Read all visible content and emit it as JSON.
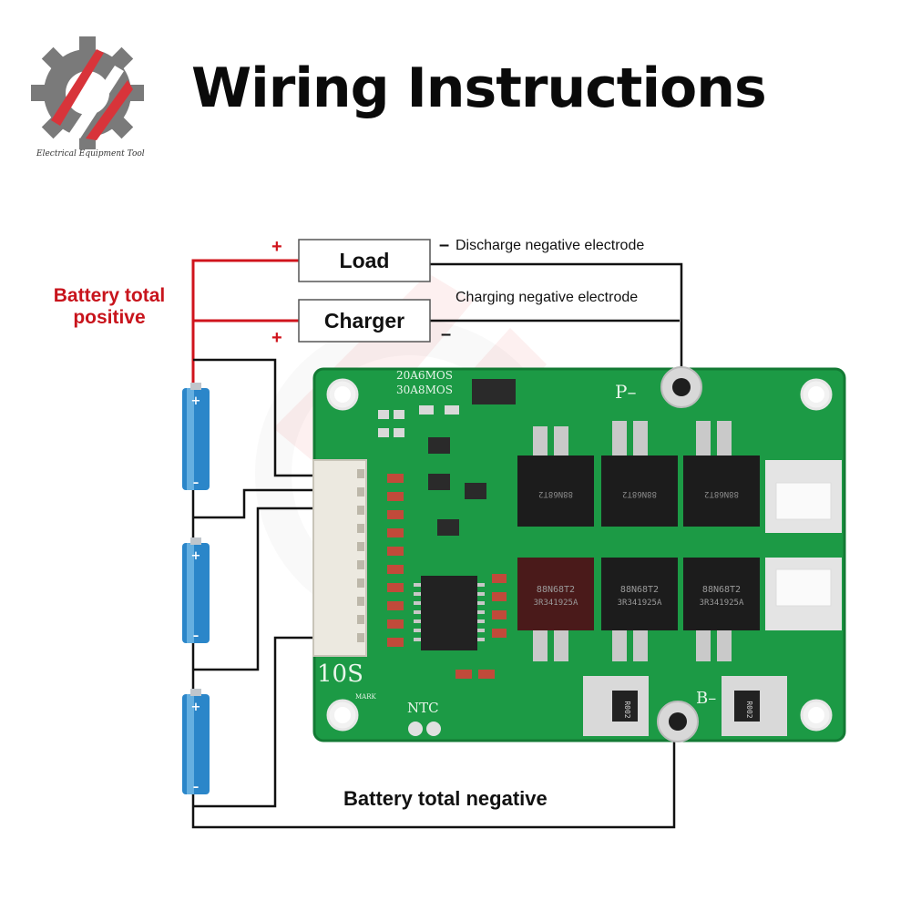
{
  "header": {
    "title": "Wiring Instructions",
    "logo_caption": "Electrical Equipment Tool"
  },
  "boxes": {
    "load": "Load",
    "charger": "Charger"
  },
  "notes": {
    "discharge": "Discharge negative electrode",
    "charging": "Charging negative electrode"
  },
  "signs": {
    "plus": "+",
    "minus": "–"
  },
  "labels": {
    "battery_positive_line1": "Battery total",
    "battery_positive_line2": "positive",
    "battery_negative": "Battery total negative"
  },
  "cells": {
    "plus": "+",
    "minus": "–"
  },
  "pcb": {
    "mos_line1": "20A6MOS",
    "mos_line2": "30A8MOS",
    "p_pad": "P–",
    "b_pad": "B–",
    "series": "10S",
    "ntc": "NTC",
    "mark": "MARK",
    "mosfet_code": "88N68T2",
    "mosfet_batch": "3R341925A",
    "resistor_code": "R002"
  },
  "colors": {
    "positive_wire": "#d0141c",
    "negative_wire": "#111111",
    "pcb_green": "#1c9a45",
    "cell_blue": "#2b86c9"
  }
}
